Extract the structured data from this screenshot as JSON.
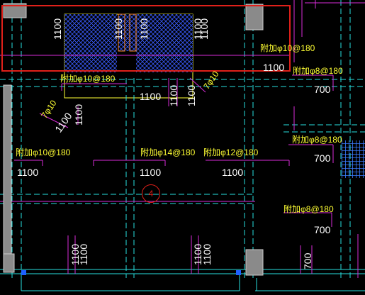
{
  "drawing": {
    "slab_marker": "4",
    "dimensions": {
      "d_top_left_v1": "1100",
      "d_top_left_v2": "1100",
      "d_top_mid_v": "1100",
      "d_top_mid_v2": "1100",
      "d_top_right_v": "1100",
      "d_right_1100": "1100",
      "d_right_700_a": "700",
      "d_mid_1100_a": "1100",
      "d_mid_1100_b": "1100",
      "d_mid_v_1100": "1100",
      "d_mid_v_1100_b": "1100",
      "d_left_v_1100": "1100",
      "d_left_1100": "1100",
      "d_center_1100": "1100",
      "d_center_right_1100": "1100",
      "d_right_700_b": "700",
      "d_right_700_c": "700",
      "d_bottom_v1": "1100",
      "d_bottom_v2": "1100",
      "d_bottom_v3": "1100",
      "d_bottom_v4": "1100",
      "d_bottom_v5": "700"
    },
    "rebar_labels": {
      "r_top_right": "附加φ10@180",
      "r_mid_left": "附加φ10@180",
      "r_right_upper": "附加φ8@180",
      "r_diag_a": "7φ10",
      "r_diag_b": "7φ10",
      "r_right_mid": "附加φ8@180",
      "r_left": "附加φ10@180",
      "r_center": "附加φ14@180",
      "r_center_right": "附加φ12@180",
      "r_right_low": "附加φ8@180"
    }
  }
}
